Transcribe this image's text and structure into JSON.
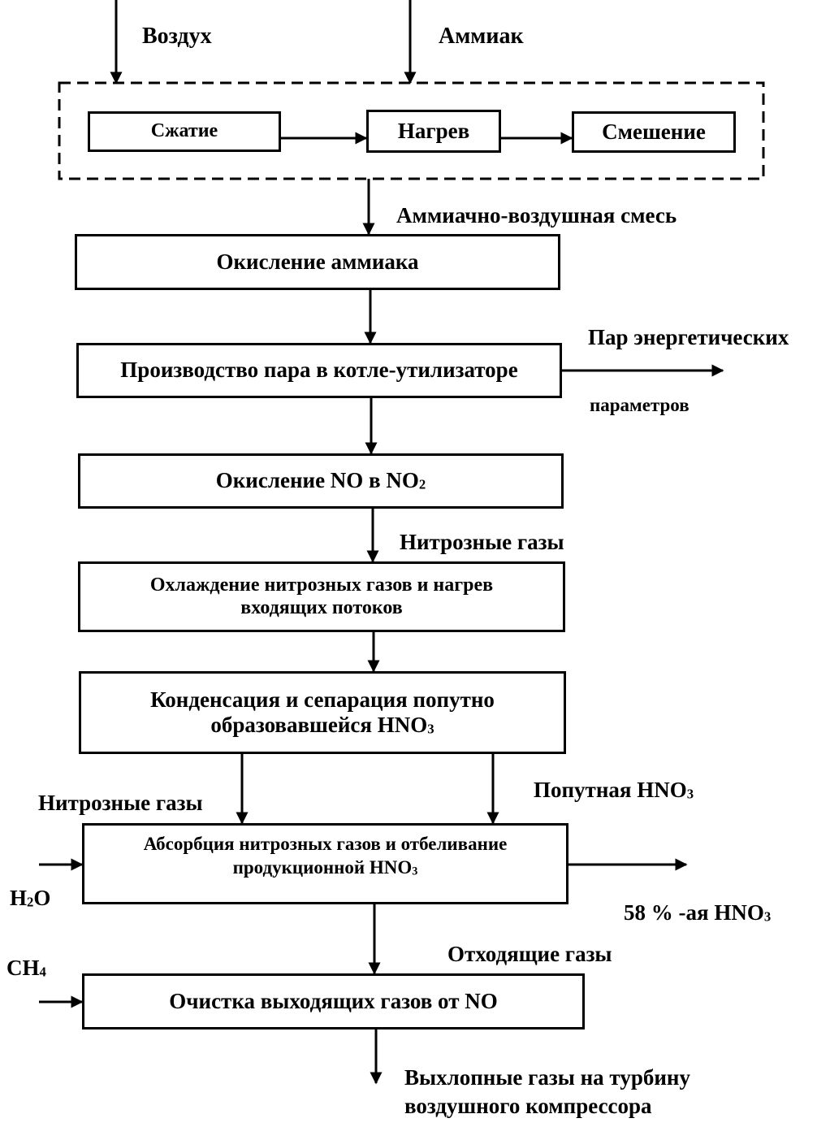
{
  "inputs": {
    "air": "Воздух",
    "ammonia": "Аммиак"
  },
  "prep": {
    "compression": "Сжатие",
    "heating": "Нагрев",
    "mixing": "Смешение"
  },
  "flows": {
    "ammonia_air_mixture": "Аммиачно-воздушная смесь",
    "steam_line1": "Пар энергетических",
    "steam_line2": "параметров",
    "nitrous_gases_1": "Нитрозные газы",
    "nitrous_gases_2": "Нитрозные газы",
    "byproduct_acid": "Попутная HNO",
    "byproduct_acid_sub": "3",
    "water": "H",
    "water_sub": "2",
    "water_tail": "O",
    "product_acid": "58 % -ая HNO",
    "product_acid_sub": "3",
    "off_gases": "Отходящие газы",
    "methane": "CH",
    "methane_sub": "4",
    "exhaust_line1": "Выхлопные газы на турбину",
    "exhaust_line2": "воздушного компрессора"
  },
  "steps": {
    "ammonia_oxidation": "Окисление аммиака",
    "steam_production": "Производство пара в котле-утилизаторе",
    "no_oxidation": "Окисление NO в NO",
    "no_oxidation_sub": "2",
    "cooling_line1": "Охлаждение нитрозных газов и нагрев",
    "cooling_line2": "входящих потоков",
    "condensation_line1": "Конденсация и сепарация попутно",
    "condensation_line2": "образовавшейся HNO",
    "condensation_sub": "3",
    "absorption_line1": "Абсорбция нитрозных газов и отбеливание",
    "absorption_line2": "продукционной HNO",
    "absorption_sub": "3",
    "cleaning": "Очистка выходящих газов от NO"
  }
}
